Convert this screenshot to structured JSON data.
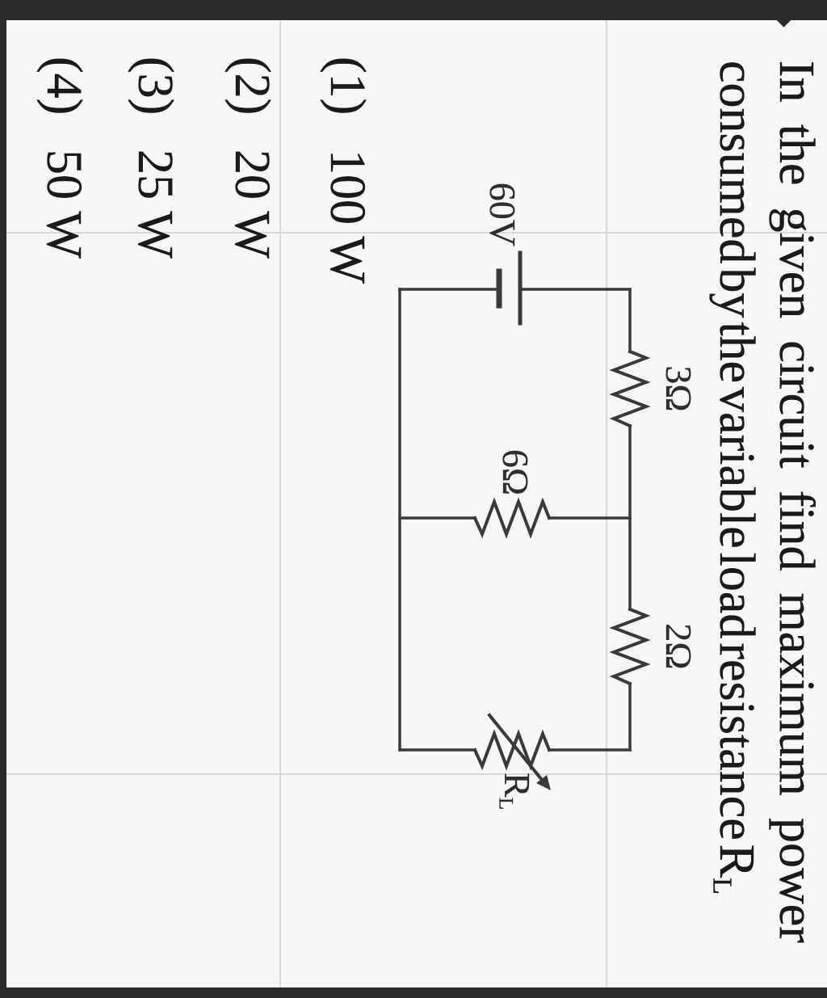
{
  "question": {
    "line1": [
      "In",
      "the",
      "given",
      "circuit",
      "find",
      "maximum",
      "power"
    ],
    "line2": [
      "consumed",
      "by",
      "the",
      "variable",
      "load",
      "resistance"
    ],
    "load_ref": {
      "base": "R",
      "sub": "L"
    }
  },
  "circuit": {
    "source": "60V",
    "resistor_top_left": "3Ω",
    "resistor_middle": "6Ω",
    "resistor_top_right": "2Ω",
    "load": {
      "base": "R",
      "sub": "L"
    }
  },
  "options": [
    {
      "marker": "(1)",
      "value": "100 W"
    },
    {
      "marker": "(2)",
      "value": "20 W"
    },
    {
      "marker": "(3)",
      "value": "25 W"
    },
    {
      "marker": "(4)",
      "value": "50 W"
    }
  ],
  "colors": {
    "paper": "#f7f7f6",
    "ink": "#1a1a1a",
    "wire": "#3a3a3a",
    "frame": "#2b2b2b",
    "gridline": "#d9d9d9"
  }
}
